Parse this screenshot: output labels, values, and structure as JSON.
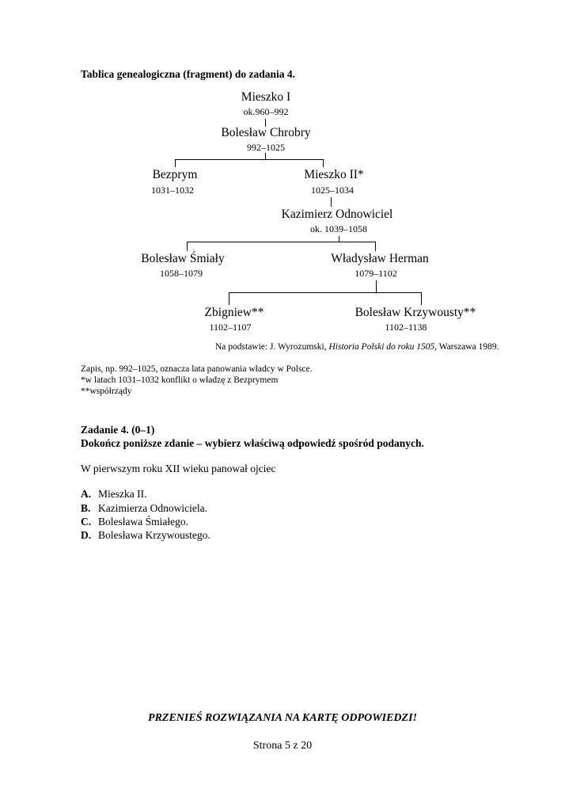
{
  "title": "Tablica genealogiczna (fragment) do zadania 4.",
  "tree": {
    "mieszko1": {
      "name": "Mieszko I",
      "years": "ok.960–992"
    },
    "chrobry": {
      "name": "Bolesław Chrobry",
      "years": "992–1025"
    },
    "bezprym": {
      "name": "Bezprym",
      "years": "1031–1032"
    },
    "mieszko2": {
      "name": "Mieszko II*",
      "years": "1025–1034"
    },
    "kazimierz": {
      "name": "Kazimierz Odnowiciel",
      "years": "ok. 1039–1058"
    },
    "smialy": {
      "name": "Bolesław Śmiały",
      "years": "1058–1079"
    },
    "herman": {
      "name": "Władysław Herman",
      "years": "1079–1102"
    },
    "zbigniew": {
      "name": "Zbigniew**",
      "years": "1102–1107"
    },
    "krzywousty": {
      "name": "Bolesław Krzywousty**",
      "years": "1102–1138"
    }
  },
  "source": {
    "prefix": "Na podstawie: J. Wyrozumski, ",
    "book": "Historia Polski do roku 1505,",
    "suffix": " Warszawa 1989."
  },
  "notes": [
    "Zapis, np. 992–1025, oznacza lata panowania władcy w Polsce.",
    "*w latach 1031–1032 konflikt o władzę z Bezprymem",
    "**współrządy"
  ],
  "task": {
    "heading": "Zadanie 4. (0–1)",
    "instruction": "Dokończ poniższe zdanie – wybierz właściwą odpowiedź spośród podanych.",
    "stem": "W pierwszym roku XII wieku panował ojciec",
    "options": [
      {
        "letter": "A.",
        "text": "Mieszka II."
      },
      {
        "letter": "B.",
        "text": "Kazimierza Odnowiciela."
      },
      {
        "letter": "C.",
        "text": "Bolesława Śmiałego."
      },
      {
        "letter": "D.",
        "text": "Bolesława Krzywoustego."
      }
    ]
  },
  "footer": {
    "cta": "PRZENIEŚ ROZWIĄZANIA NA KARTĘ ODPOWIEDZI!",
    "page": "Strona 5 z 20"
  }
}
